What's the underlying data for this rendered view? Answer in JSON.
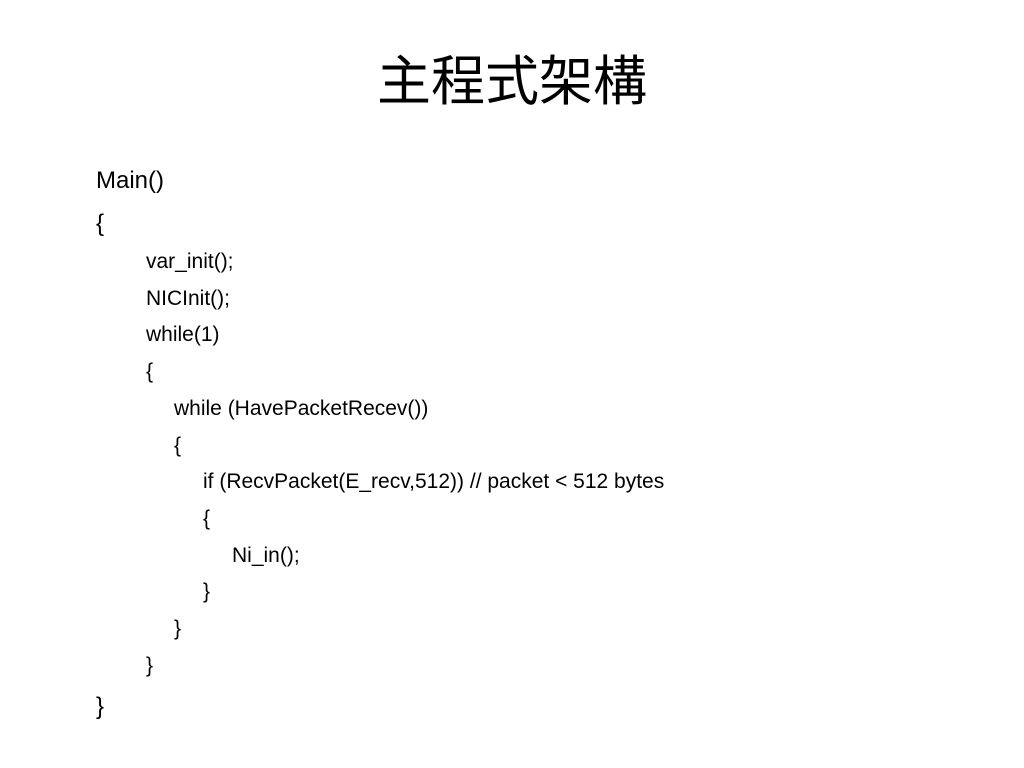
{
  "slide": {
    "title": "主程式架構",
    "code_lines": [
      "Main()",
      "{",
      "var_init();",
      "NICInit();",
      "while(1)",
      "{",
      "while (HavePacketRecev())",
      "{",
      "if (RecvPacket(E_recv,512)) // packet < 512 bytes",
      "{",
      "Ni_in();",
      "}",
      "}",
      "}",
      "}"
    ]
  }
}
